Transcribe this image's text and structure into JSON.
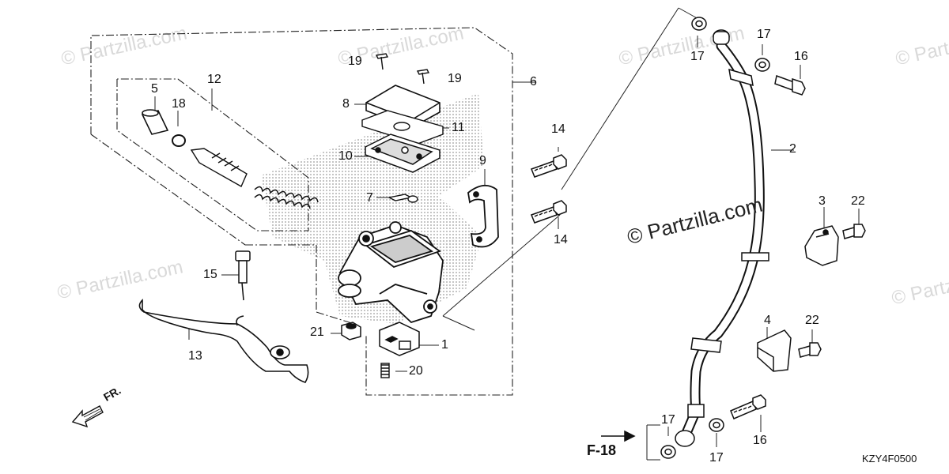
{
  "watermark": {
    "text": "© Partzilla.com",
    "center_text": "© Partzilla.com"
  },
  "callouts": {
    "n1": "1",
    "n2": "2",
    "n3": "3",
    "n4": "4",
    "n5": "5",
    "n6": "6",
    "n7": "7",
    "n8": "8",
    "n9": "9",
    "n10": "10",
    "n11": "11",
    "n12": "12",
    "n13": "13",
    "n14a": "14",
    "n14b": "14",
    "n15": "15",
    "n16a": "16",
    "n16b": "16",
    "n17a": "17",
    "n17b": "17",
    "n17c": "17",
    "n17d": "17",
    "n18": "18",
    "n19a": "19",
    "n19b": "19",
    "n20": "20",
    "n21": "21",
    "n22a": "22",
    "n22b": "22"
  },
  "direction_label": "FR.",
  "page_ref": "F-18",
  "diagram_code": "KZY4F0500"
}
